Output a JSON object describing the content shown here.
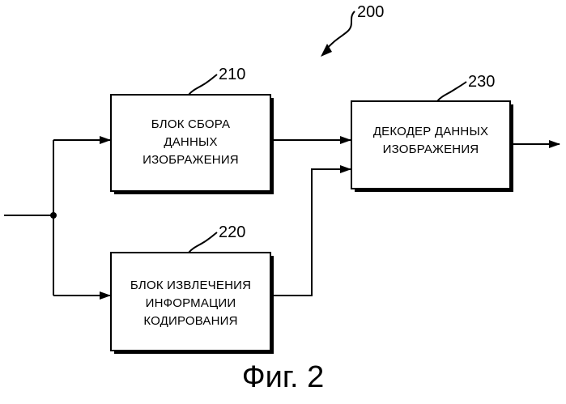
{
  "diagram": {
    "ref_main": "200",
    "blocks": [
      {
        "ref": "210",
        "lines": [
          "БЛОК СБОРА",
          "ДАННЫХ",
          "ИЗОБРАЖЕНИЯ"
        ]
      },
      {
        "ref": "220",
        "lines": [
          "БЛОК ИЗВЛЕЧЕНИЯ",
          "ИНФОРМАЦИИ",
          "КОДИРОВАНИЯ"
        ]
      },
      {
        "ref": "230",
        "lines": [
          "ДЕКОДЕР ДАННЫХ",
          "ИЗОБРАЖЕНИЯ"
        ]
      }
    ],
    "caption": "Фиг. 2"
  }
}
